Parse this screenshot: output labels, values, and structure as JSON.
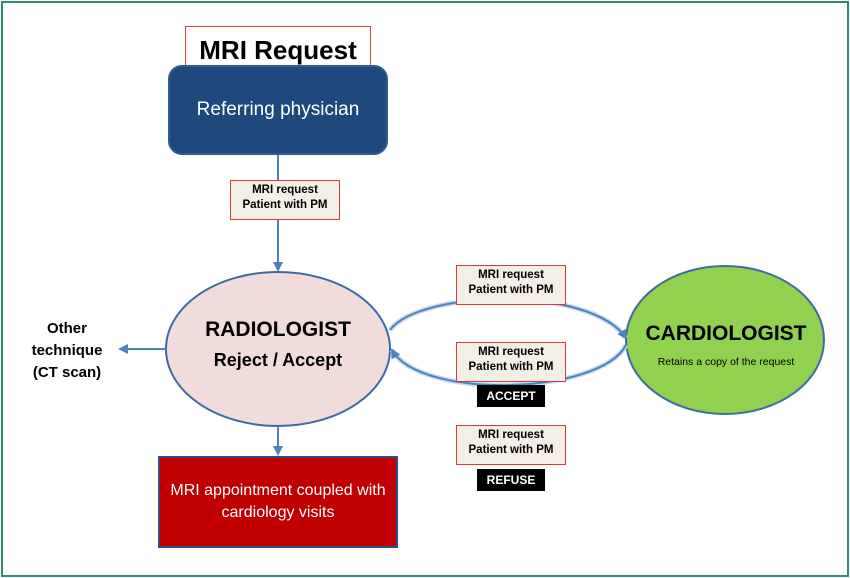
{
  "title": "MRI Request",
  "referrer": "Referring physician",
  "tag_label_line1": "MRI request",
  "tag_label_line2": "Patient with PM",
  "radiologist": {
    "title": "RADIOLOGIST",
    "subtitle": "Reject / Accept"
  },
  "cardiologist": {
    "title": "CARDIOLOGIST",
    "subtitle": "Retains a copy of the request"
  },
  "accept_label": "ACCEPT",
  "refuse_label": "REFUSE",
  "other_technique": {
    "line1": "Other",
    "line2": "technique",
    "line3": "(CT scan)"
  },
  "appointment": "MRI appointment coupled with cardiology visits",
  "colors": {
    "frame": "#2e8b74",
    "referrer_fill": "#1f497d",
    "radiologist_fill": "#f2dcdb",
    "cardiologist_fill": "#92d050",
    "appointment_fill": "#c00000",
    "arrow": "#4f81bd"
  }
}
